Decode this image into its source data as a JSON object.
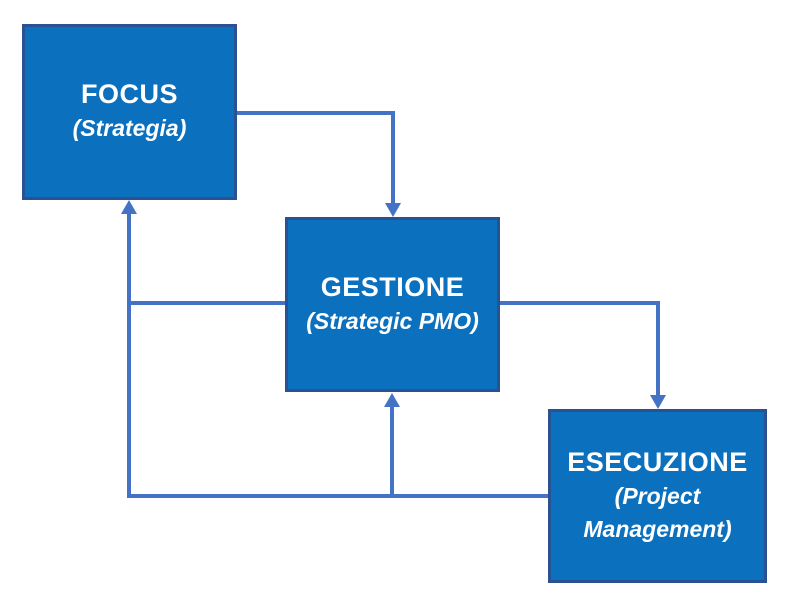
{
  "diagram": {
    "nodes": [
      {
        "id": "focus",
        "title": "FOCUS",
        "subtitle": "(Strategia)"
      },
      {
        "id": "gestione",
        "title": "GESTIONE",
        "subtitle": "(Strategic PMO)"
      },
      {
        "id": "esecuzione",
        "title": "ESECUZIONE",
        "subtitle": "(Project Management)"
      }
    ],
    "connections": [
      {
        "from": "focus",
        "to": "gestione",
        "style": "elbow-right-down-arrow"
      },
      {
        "from": "gestione",
        "to": "esecuzione",
        "style": "elbow-right-down-arrow"
      },
      {
        "from": "esecuzione",
        "to": "focus",
        "style": "elbow-left-up-arrow"
      },
      {
        "from": "esecuzione",
        "to": "gestione",
        "style": "branch-up-arrow"
      },
      {
        "from": "esecuzione",
        "to": "gestione",
        "style": "branch-right-flush"
      }
    ],
    "colors": {
      "node_fill": "#0B70BE",
      "node_border": "#2A5191",
      "connector": "#4472C4",
      "text": "#FFFFFF",
      "background": "#FFFFFF"
    }
  }
}
